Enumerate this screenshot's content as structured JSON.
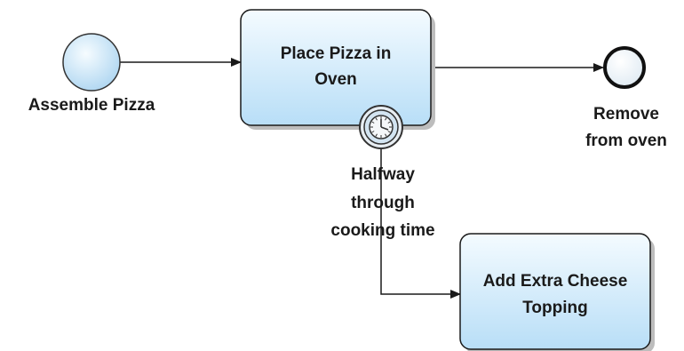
{
  "diagram": {
    "start_event": {
      "label": "Assemble Pizza"
    },
    "task_oven": {
      "line1": "Place Pizza in",
      "line2": "Oven"
    },
    "end_event": {
      "line1": "Remove",
      "line2": "from oven"
    },
    "timer_event": {
      "line1": "Halfway",
      "line2": "through",
      "line3": "cooking time"
    },
    "task_cheese": {
      "line1": "Add Extra Cheese",
      "line2": "Topping"
    }
  },
  "colors": {
    "task_fill_top": "#f4fbff",
    "task_fill_bottom": "#b8def7",
    "stroke": "#1a1a1a",
    "shadow": "#bdbdbd"
  }
}
